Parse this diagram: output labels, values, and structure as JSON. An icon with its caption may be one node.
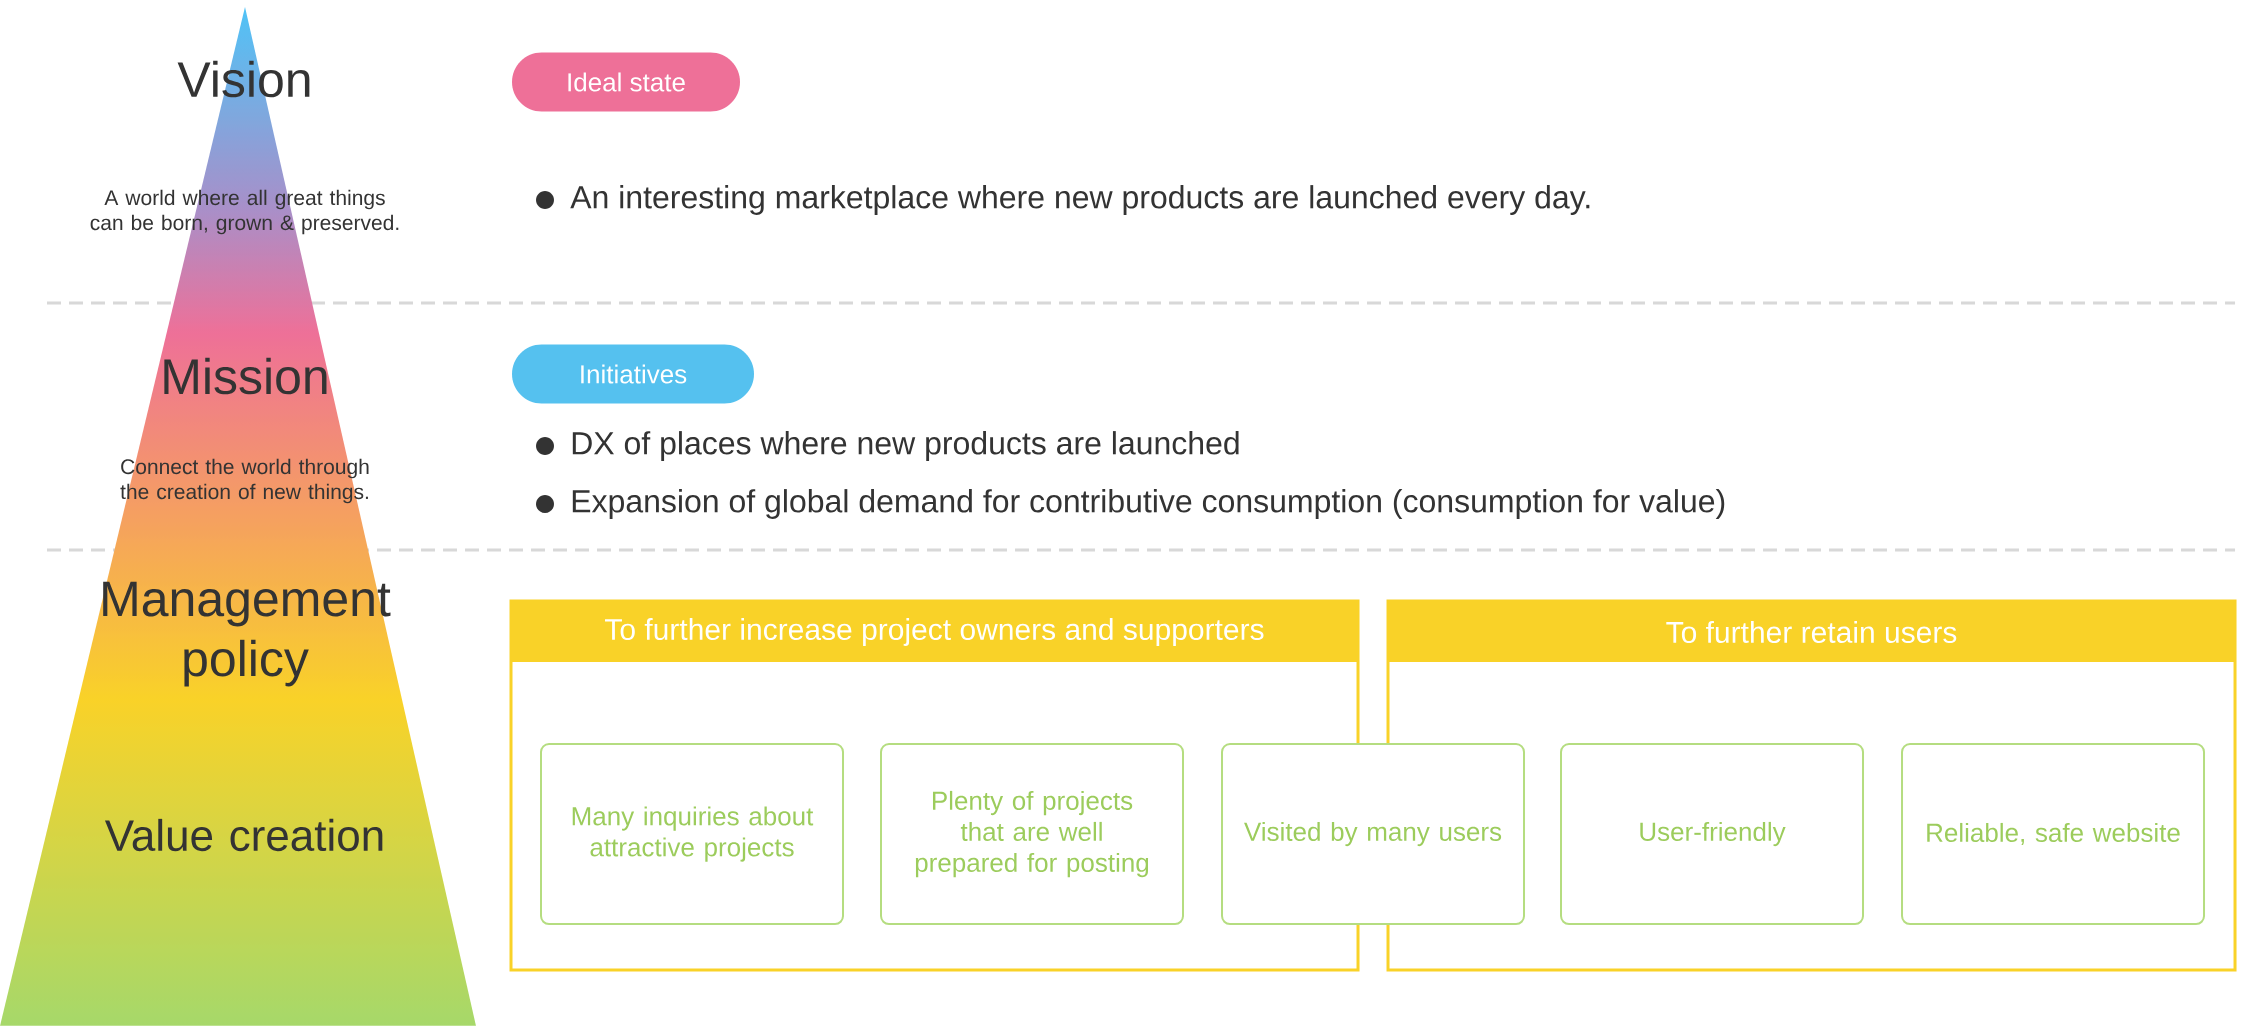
{
  "diagram": {
    "nodes": [
      {
        "text": [
          "Ideal state"
        ]
      },
      {
        "text": [
          "Initiatives"
        ]
      },
      {
        "text": [
          "To further increase project owners and supporters"
        ]
      },
      {
        "text": [
          "To further retain users"
        ]
      },
      {
        "text": [
          "Many inquiries about attractive projects"
        ],
        "in": 2
      },
      {
        "text": [
          "Plenty of projects that are well prepared for posting"
        ],
        "in": 2
      },
      {
        "text": [
          "Visited by many users"
        ]
      },
      {
        "text": [
          "User-friendly"
        ],
        "in": 3
      },
      {
        "text": [
          "Reliable, safe website"
        ],
        "in": 3
      }
    ],
    "labels": [
      "Vision",
      "A world where all great things can be born, grown & preserved.",
      "An interesting marketplace where new products are launched every day.",
      "Mission",
      "Connect the world through the creation of new things.",
      "DX of places where new products are launched",
      "Expansion of global demand for contributive consumption (consumption for value)",
      "Management policy",
      "Value creation"
    ]
  }
}
